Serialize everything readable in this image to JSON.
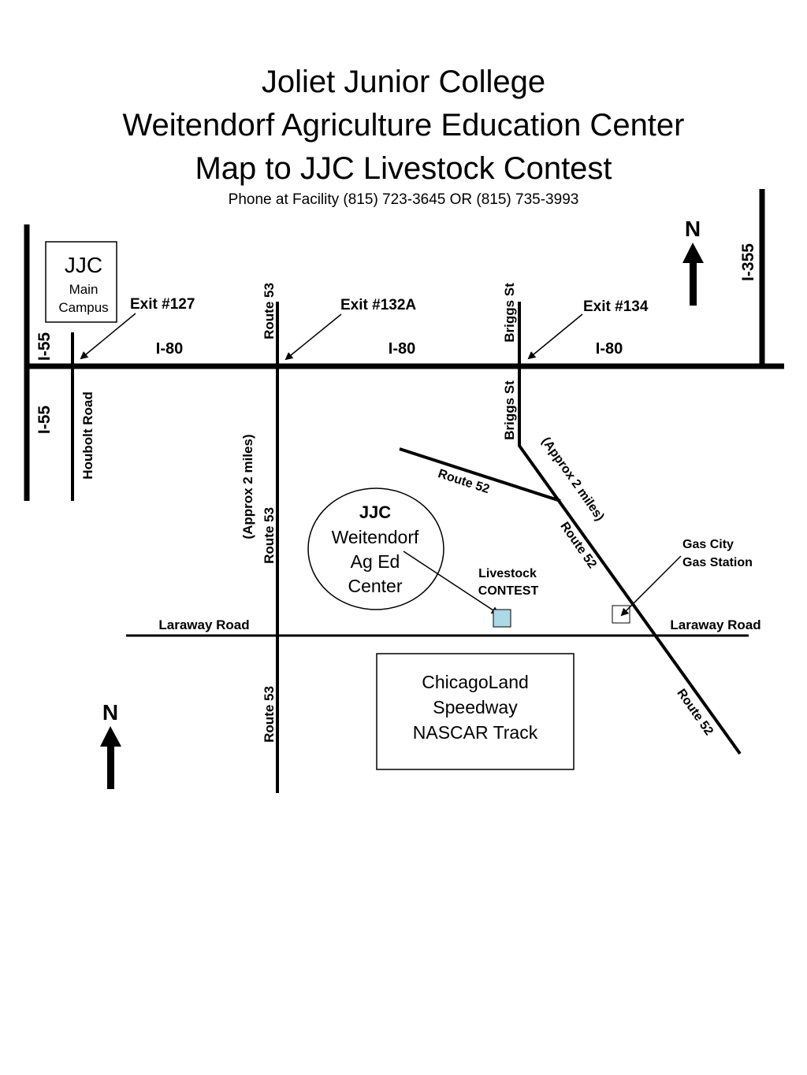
{
  "header": {
    "line1": "Joliet Junior College",
    "line2": "Weitendorf Agriculture Education Center",
    "line3": "Map to JJC Livestock Contest",
    "phone": "Phone at Facility (815) 723-3645 OR (815) 735-3993"
  },
  "roads": {
    "i80": "I-80",
    "i55": "I-55",
    "i355": "I-355",
    "route53": "Route 53",
    "route52": "Route 52",
    "briggs": "Briggs St",
    "houbolt": "Houbolt Road",
    "laraway": "Laraway Road"
  },
  "exits": {
    "e127": "Exit #127",
    "e132a": "Exit #132A",
    "e134": "Exit #134"
  },
  "distances": {
    "route53_approx": "(Approx  2 miles)",
    "route52_approx": "(Approx 2 miles)"
  },
  "places": {
    "main_campus": {
      "line1": "JJC",
      "line2": "Main",
      "line3": "Campus"
    },
    "ag_center": {
      "line1": "JJC",
      "line2": "Weitendorf",
      "line3": "Ag Ed",
      "line4": "Center"
    },
    "livestock": {
      "line1": "Livestock",
      "line2": "CONTEST"
    },
    "gas": {
      "line1": "Gas City",
      "line2": "Gas Station"
    },
    "speedway": {
      "line1": "ChicagoLand",
      "line2": "Speedway",
      "line3": "NASCAR Track"
    }
  },
  "compass": {
    "north": "N"
  },
  "colors": {
    "road": "#000000",
    "livestock_marker": "#add8e6"
  }
}
